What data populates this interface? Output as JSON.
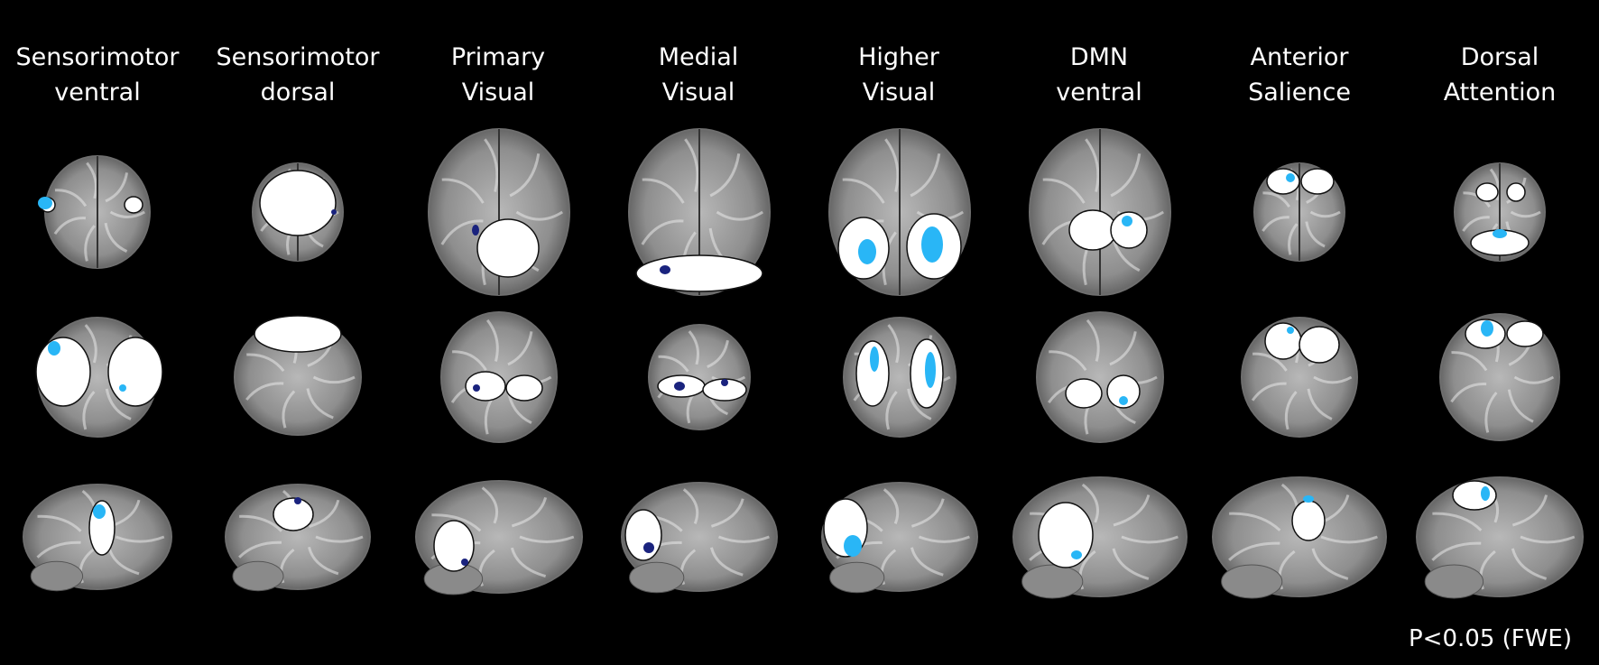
{
  "networks": [
    {
      "line1": "Sensorimotor",
      "line2": "ventral"
    },
    {
      "line1": "Sensorimotor",
      "line2": "dorsal"
    },
    {
      "line1": "Primary",
      "line2": "Visual"
    },
    {
      "line1": "Medial",
      "line2": "Visual"
    },
    {
      "line1": "Higher",
      "line2": "Visual"
    },
    {
      "line1": "DMN",
      "line2": "ventral"
    },
    {
      "line1": "Anterior",
      "line2": "Salience"
    },
    {
      "line1": "Dorsal",
      "line2": "Attention"
    }
  ],
  "views": [
    "axial",
    "coronal",
    "sagittal"
  ],
  "colors": {
    "background": "#000000",
    "brain": "#9a9a9a",
    "mask": "#ffffff",
    "light_blue": "#29b6f6",
    "dark_blue": "#1a237e"
  },
  "caption": "P<0.05 (FWE)"
}
